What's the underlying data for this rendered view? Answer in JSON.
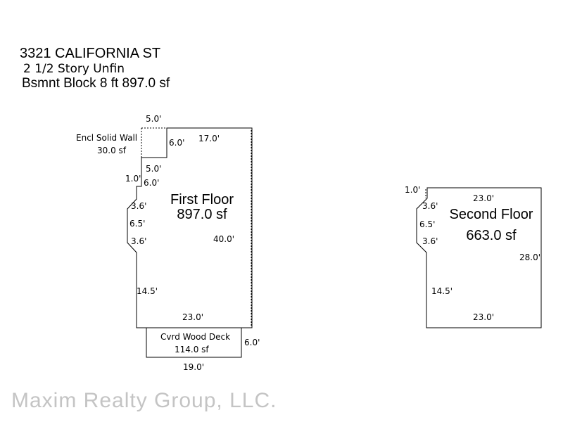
{
  "header": {
    "address": "3321 CALIFORNIA ST",
    "story": "2 1/2 Story Unfin",
    "basement": "Bsmnt Block 8 ft 897.0 sf"
  },
  "first_floor": {
    "name": "First Floor",
    "area": "897.0 sf",
    "dims": {
      "top_small": "5.0'",
      "top_main": "17.0'",
      "encl_side": "6.0'",
      "encl_bottom": "5.0'",
      "left_step_h": "1.0'",
      "left_step_v": "6.0'",
      "bay_upper": "3.6'",
      "bay_mid": "6.5'",
      "bay_lower": "3.6'",
      "right": "40.0'",
      "left_lower": "14.5'",
      "bottom": "23.0'"
    }
  },
  "enclosure": {
    "name": "Encl Solid Wall",
    "area": "30.0 sf"
  },
  "deck": {
    "name": "Cvrd Wood Deck",
    "area": "114.0 sf",
    "side": "6.0'",
    "bottom": "19.0'"
  },
  "second_floor": {
    "name": "Second Floor",
    "area": "663.0 sf",
    "dims": {
      "left_step": "1.0'",
      "top": "23.0'",
      "bay_upper": "3.6'",
      "bay_mid": "6.5'",
      "bay_lower": "3.6'",
      "right": "28.0'",
      "left_lower": "14.5'",
      "bottom": "23.0'"
    }
  },
  "watermark": "Maxim Realty Group, LLC."
}
